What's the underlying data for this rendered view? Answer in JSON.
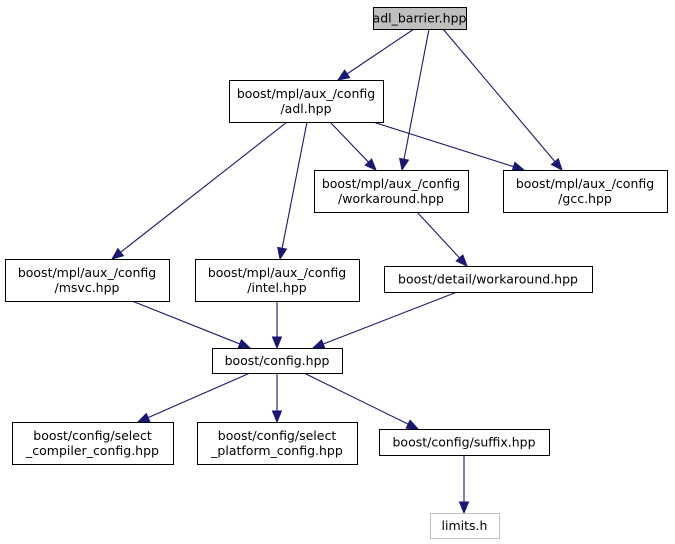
{
  "diagram": {
    "type": "include-dependency-graph",
    "colors": {
      "edge": "#191970",
      "root_fill": "#bfbfbf",
      "node_fill": "#ffffff",
      "node_border": "#000000",
      "external_border": "#bfbfbf"
    },
    "nodes": [
      {
        "id": "adl_barrier",
        "lines": [
          "adl_barrier.hpp"
        ],
        "kind": "root"
      },
      {
        "id": "adl",
        "lines": [
          "boost/mpl/aux_/config",
          "/adl.hpp"
        ],
        "kind": "normal"
      },
      {
        "id": "workaround_mpl",
        "lines": [
          "boost/mpl/aux_/config",
          "/workaround.hpp"
        ],
        "kind": "normal"
      },
      {
        "id": "gcc",
        "lines": [
          "boost/mpl/aux_/config",
          "/gcc.hpp"
        ],
        "kind": "normal"
      },
      {
        "id": "msvc",
        "lines": [
          "boost/mpl/aux_/config",
          "/msvc.hpp"
        ],
        "kind": "normal"
      },
      {
        "id": "intel",
        "lines": [
          "boost/mpl/aux_/config",
          "/intel.hpp"
        ],
        "kind": "normal"
      },
      {
        "id": "detail_workaround",
        "lines": [
          "boost/detail/workaround.hpp"
        ],
        "kind": "normal"
      },
      {
        "id": "config",
        "lines": [
          "boost/config.hpp"
        ],
        "kind": "normal"
      },
      {
        "id": "select_compiler",
        "lines": [
          "boost/config/select",
          "_compiler_config.hpp"
        ],
        "kind": "normal"
      },
      {
        "id": "select_platform",
        "lines": [
          "boost/config/select",
          "_platform_config.hpp"
        ],
        "kind": "normal"
      },
      {
        "id": "suffix",
        "lines": [
          "boost/config/suffix.hpp"
        ],
        "kind": "normal"
      },
      {
        "id": "limits",
        "lines": [
          "limits.h"
        ],
        "kind": "external"
      }
    ],
    "edges": [
      {
        "from": "adl_barrier",
        "to": "adl"
      },
      {
        "from": "adl_barrier",
        "to": "workaround_mpl"
      },
      {
        "from": "adl_barrier",
        "to": "gcc"
      },
      {
        "from": "adl",
        "to": "workaround_mpl"
      },
      {
        "from": "adl",
        "to": "gcc"
      },
      {
        "from": "adl",
        "to": "msvc"
      },
      {
        "from": "adl",
        "to": "intel"
      },
      {
        "from": "workaround_mpl",
        "to": "detail_workaround"
      },
      {
        "from": "msvc",
        "to": "config"
      },
      {
        "from": "intel",
        "to": "config"
      },
      {
        "from": "detail_workaround",
        "to": "config"
      },
      {
        "from": "config",
        "to": "select_compiler"
      },
      {
        "from": "config",
        "to": "select_platform"
      },
      {
        "from": "config",
        "to": "suffix"
      },
      {
        "from": "suffix",
        "to": "limits"
      }
    ]
  }
}
